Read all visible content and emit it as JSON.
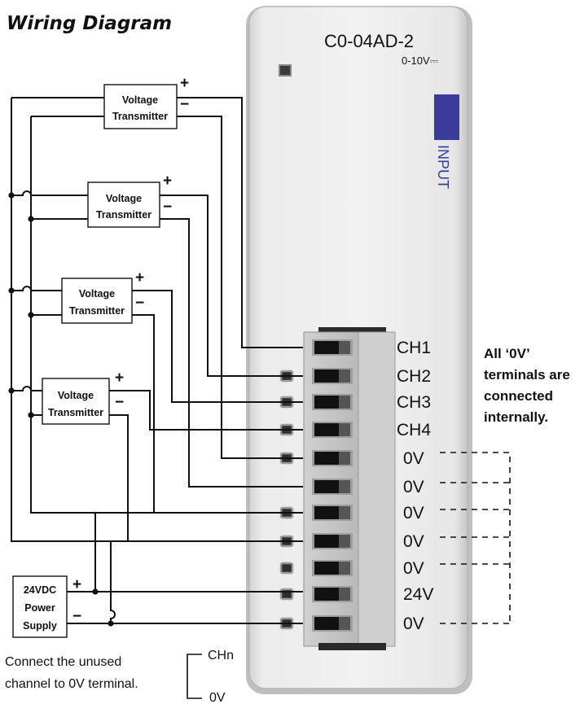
{
  "title": "Wiring Diagram",
  "module": {
    "model": "C0-04AD-2",
    "range": "0-10V⎓",
    "input_label": "INPUT",
    "accent_color": "#3b3b9c"
  },
  "terminals": [
    "CH1",
    "CH2",
    "CH3",
    "CH4",
    "0V",
    "0V",
    "0V",
    "0V",
    "0V",
    "24V",
    "0V"
  ],
  "transmitters": [
    {
      "line1": "Voltage",
      "line2": "Transmitter"
    },
    {
      "line1": "Voltage",
      "line2": "Transmitter"
    },
    {
      "line1": "Voltage",
      "line2": "Transmitter"
    },
    {
      "line1": "Voltage",
      "line2": "Transmitter"
    }
  ],
  "power_supply": {
    "line1": "24VDC",
    "line2": "Power",
    "line3": "Supply"
  },
  "plus": "+",
  "minus": "−",
  "note": {
    "line1": "All ‘0V’",
    "line2": "terminals are",
    "line3": "connected",
    "line4": "internally."
  },
  "footnote": {
    "line1": "Connect the unused",
    "line2": "channel to 0V terminal.",
    "chn": "CHn",
    "zero": "0V"
  }
}
